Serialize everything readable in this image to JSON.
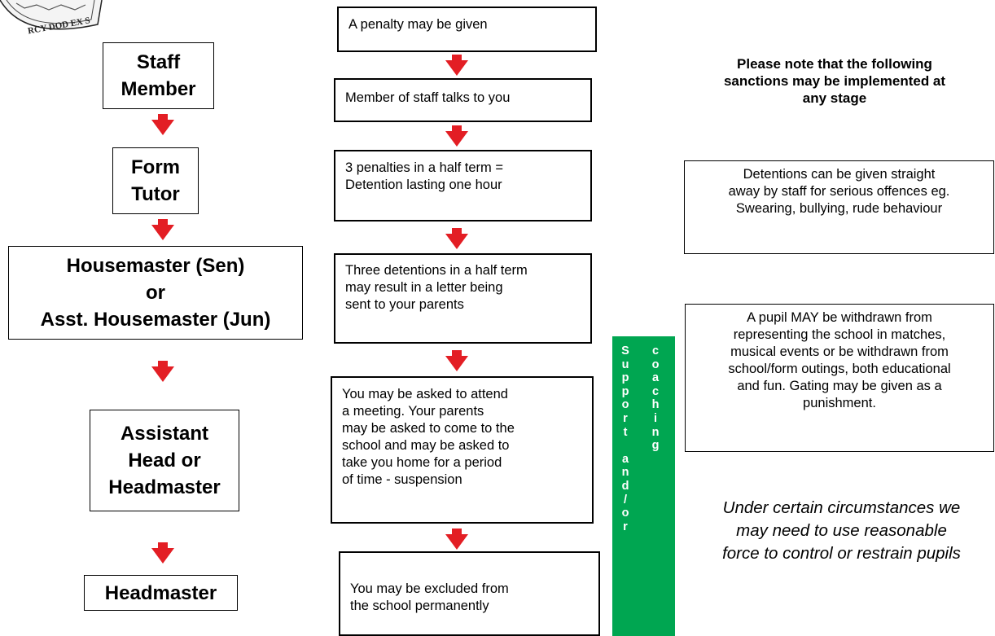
{
  "left_column": {
    "staff_member": "Staff\nMember",
    "form_tutor": "Form\nTutor",
    "housemaster": "Housemaster (Sen)\nor\nAsst. Housemaster (Jun)",
    "assistant_head": "Assistant\nHead or\nHeadmaster",
    "headmaster": "Headmaster"
  },
  "middle_column": {
    "step1": "A penalty may be given",
    "step2": "Member of staff talks to you",
    "step3": "3 penalties in a half term =\nDetention lasting one hour",
    "step4": "Three detentions in a half term\nmay result in a letter being\nsent to your parents",
    "step5": "You may be asked to attend\na meeting.  Your parents\nmay be asked to come to the\nschool and may be asked to\ntake you home for a period\nof time - suspension",
    "step6": "You may be excluded from\nthe school permanently"
  },
  "support_bar": {
    "color": "#00a651",
    "column1": [
      "S",
      "u",
      "p",
      "p",
      "o",
      "r",
      "t",
      "",
      "a",
      "n",
      "d",
      "/",
      "o",
      "r"
    ],
    "column2": [
      "c",
      "o",
      "a",
      "c",
      "h",
      "i",
      "n",
      "g"
    ]
  },
  "right_column": {
    "note": "Please note that the following\nsanctions may be implemented at\nany stage",
    "detentions": "Detentions can be given straight\naway by staff for serious offences eg.\nSwearing, bullying, rude behaviour",
    "withdrawn": "A pupil MAY be withdrawn from\nrepresenting the school in matches,\nmusical events or be withdrawn from\nschool/form outings, both educational\nand fun. Gating may be given as a\npunishment.",
    "force": "Under certain circumstances we\nmay need to use reasonable\nforce to control or restrain pupils"
  },
  "colors": {
    "arrow": "#e31e24",
    "border": "#000000"
  }
}
